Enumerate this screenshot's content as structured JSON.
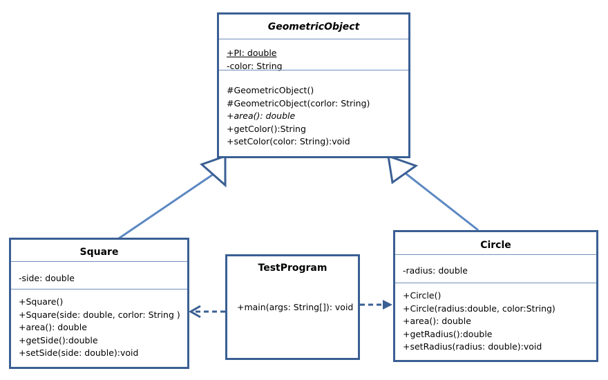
{
  "classes": {
    "geometric_object": {
      "name": "GeometricObject",
      "attributes": [
        "+PI: double",
        "-color: String"
      ],
      "methods": [
        "#GeometricObject()",
        "#GeometricObject(corlor: String)",
        "+area():  double",
        "+getColor():String",
        "+setColor(color: String):void"
      ]
    },
    "square": {
      "name": "Square",
      "attributes": [
        "-side:  double"
      ],
      "methods": [
        "+Square()",
        "+Square(side: double, corlor: String )",
        "+area():  double",
        "+getSide():double",
        "+setSide(side: double):void"
      ]
    },
    "test_program": {
      "name": "TestProgram",
      "methods": [
        "+main(args: String[]): void"
      ]
    },
    "circle": {
      "name": "Circle",
      "attributes": [
        "-radius: double"
      ],
      "methods": [
        "+Circle()",
        "+Circle(radius:double, color:String)",
        "+area():  double",
        "+getRadius():double",
        "+setRadius(radius: double):void"
      ]
    }
  },
  "colors": {
    "border": "#3a5f93",
    "divider": "#6f8fba",
    "generalization": "#5b88c2",
    "dependency": "#3a5f93"
  }
}
